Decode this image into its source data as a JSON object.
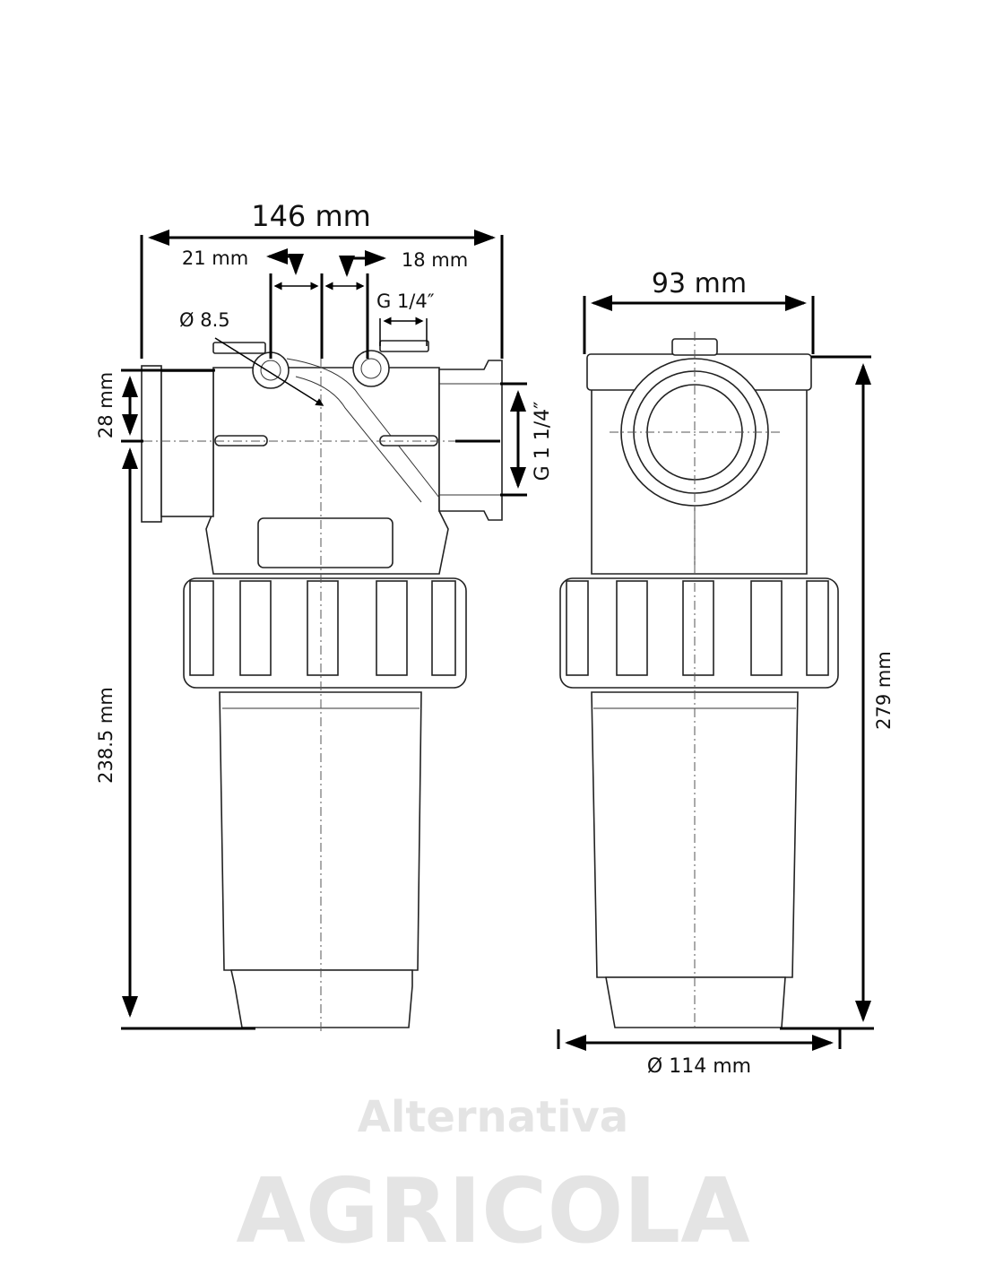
{
  "watermark": {
    "line1": "Alternativa",
    "line2": "AGRICOLA"
  },
  "front_view": {
    "overall_width": "146 mm",
    "left_offset": "21 mm",
    "right_offset": "18 mm",
    "gauge_port": "G 1/4″",
    "hole_diameter": "Ø 8.5",
    "inlet_offset": "28 mm",
    "port_thread": "G 1 1/4″",
    "height_below_axis": "238.5 mm"
  },
  "side_view": {
    "top_width": "93 mm",
    "total_height": "279 mm",
    "bowl_diameter": "Ø 114 mm"
  }
}
